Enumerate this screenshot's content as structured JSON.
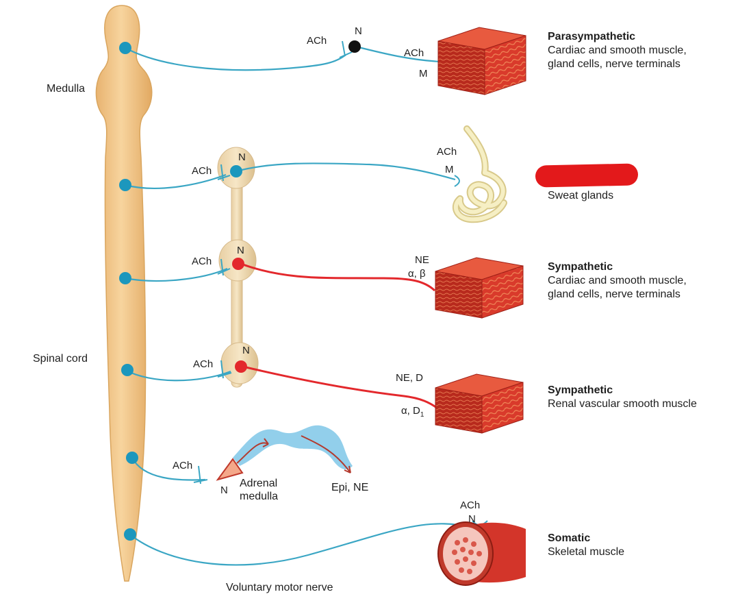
{
  "colors": {
    "cord": "#f3c98d",
    "cord_stroke": "#d9a55e",
    "nerve": "#3aa6c4",
    "adrenergic": "#e3282c",
    "muscle": "#d93a2b",
    "muscle_dark": "#9e1f16",
    "gland": "#f6efc4",
    "redaction": "#e3191b",
    "medulla_wave": "#7fc7e8"
  },
  "labels": {
    "medulla": "Medulla",
    "spinal_cord": "Spinal cord",
    "voluntary_motor_nerve": "Voluntary motor nerve",
    "adrenal_medulla": "Adrenal\nmedulla",
    "epi_ne": "Epi, NE"
  },
  "pathways": [
    {
      "id": "parasympathetic",
      "ganglion_transmitter": "ACh",
      "ganglion_receptor": "N",
      "target_transmitter": "ACh",
      "target_receptor": "M",
      "heading": "Parasympathetic",
      "description": "Cardiac and smooth muscle,\ngland cells, nerve terminals",
      "target_icon": "smooth-muscle-icon"
    },
    {
      "id": "sympathetic-sweat",
      "ganglion_transmitter": "ACh",
      "ganglion_receptor": "N",
      "target_transmitter": "ACh",
      "target_receptor": "M",
      "heading": "",
      "description": "Sweat glands",
      "target_icon": "sweat-gland-icon"
    },
    {
      "id": "sympathetic",
      "ganglion_transmitter": "ACh",
      "ganglion_receptor": "N",
      "target_transmitter": "NE",
      "target_receptor": "α, β",
      "heading": "Sympathetic",
      "description": "Cardiac and smooth muscle,\ngland cells, nerve terminals",
      "target_icon": "smooth-muscle-icon"
    },
    {
      "id": "sympathetic-renal",
      "ganglion_transmitter": "ACh",
      "ganglion_receptor": "N",
      "target_transmitter": "NE, D",
      "target_receptor": "α, D",
      "target_receptor_subscript": "1",
      "heading": "Sympathetic",
      "description": "Renal vascular smooth muscle",
      "target_icon": "smooth-muscle-icon"
    },
    {
      "id": "adrenal",
      "ganglion_transmitter": "ACh",
      "ganglion_receptor": "N",
      "target_icon": "adrenal-medulla-icon"
    },
    {
      "id": "somatic",
      "target_transmitter": "ACh",
      "target_receptor": "N",
      "heading": "Somatic",
      "description": "Skeletal muscle",
      "target_icon": "skeletal-muscle-icon"
    }
  ]
}
